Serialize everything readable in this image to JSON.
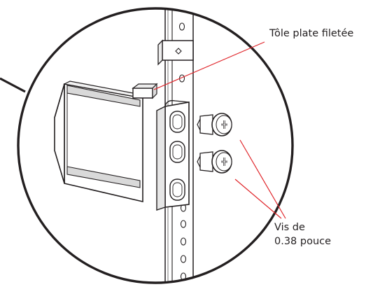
{
  "callouts": {
    "threaded_plate": "Tôle plate filetée",
    "screws_line1": "Vis de",
    "screws_line2": "0.38 pouce"
  },
  "colors": {
    "outline": "#231f20",
    "leader_line": "#e0262b",
    "part_fill": "#ffffff",
    "part_shade": "#d9d9d9"
  },
  "icons": {
    "screw_head": "phillips-screw-icon"
  }
}
